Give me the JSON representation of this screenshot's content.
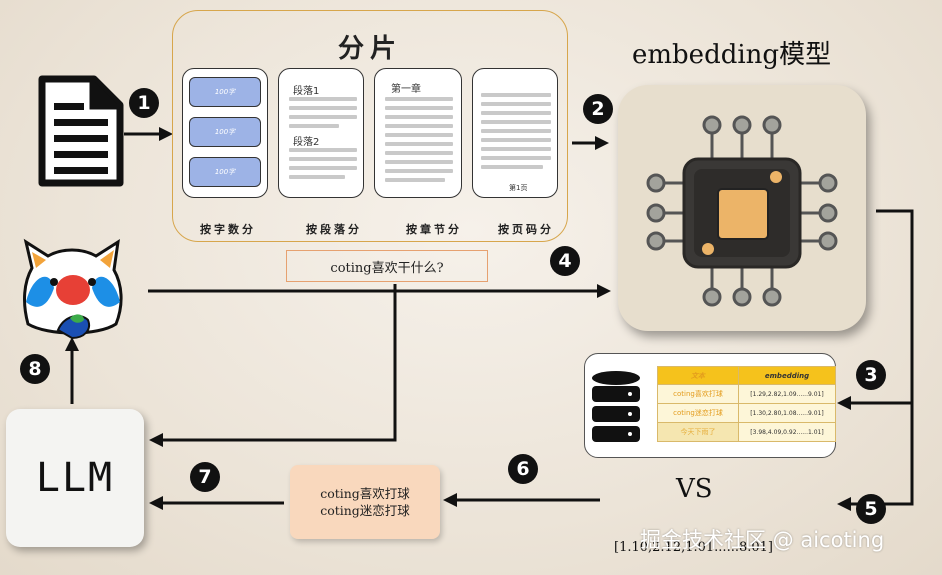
{
  "chunking": {
    "title": "分片",
    "card1_blocks": [
      "100字",
      "100字",
      "100字"
    ],
    "card2": {
      "para1": "段落1",
      "para2": "段落2"
    },
    "card3": {
      "chapter": "第一章"
    },
    "card4": {
      "page": "第1页"
    },
    "labels": [
      "按字数分",
      "按段落分",
      "按章节分",
      "按页码分"
    ]
  },
  "query": "coting喜欢干什么?",
  "embedding": {
    "title": "embedding模型"
  },
  "vector_db": {
    "headers": [
      "文本",
      "embedding"
    ],
    "rows": [
      {
        "text": "coting喜欢打球",
        "vector": "[1.29,2.82,1.09......9.01]"
      },
      {
        "text": "coting迷恋打球",
        "vector": "[1.30,2.80,1.08......9.01]"
      },
      {
        "text": "今天下雨了",
        "vector": "[3.98,4.09,0.92......1.01]"
      }
    ]
  },
  "results": [
    "coting喜欢打球",
    "coting迷恋打球"
  ],
  "llm": {
    "label": "LLM"
  },
  "vs": "VS",
  "query_vector": "[1.10,2.12,1.01......8.01]",
  "watermark": "掘金技术社区 @ aicoting",
  "steps": [
    "1",
    "2",
    "3",
    "4",
    "5",
    "6",
    "7",
    "8"
  ]
}
